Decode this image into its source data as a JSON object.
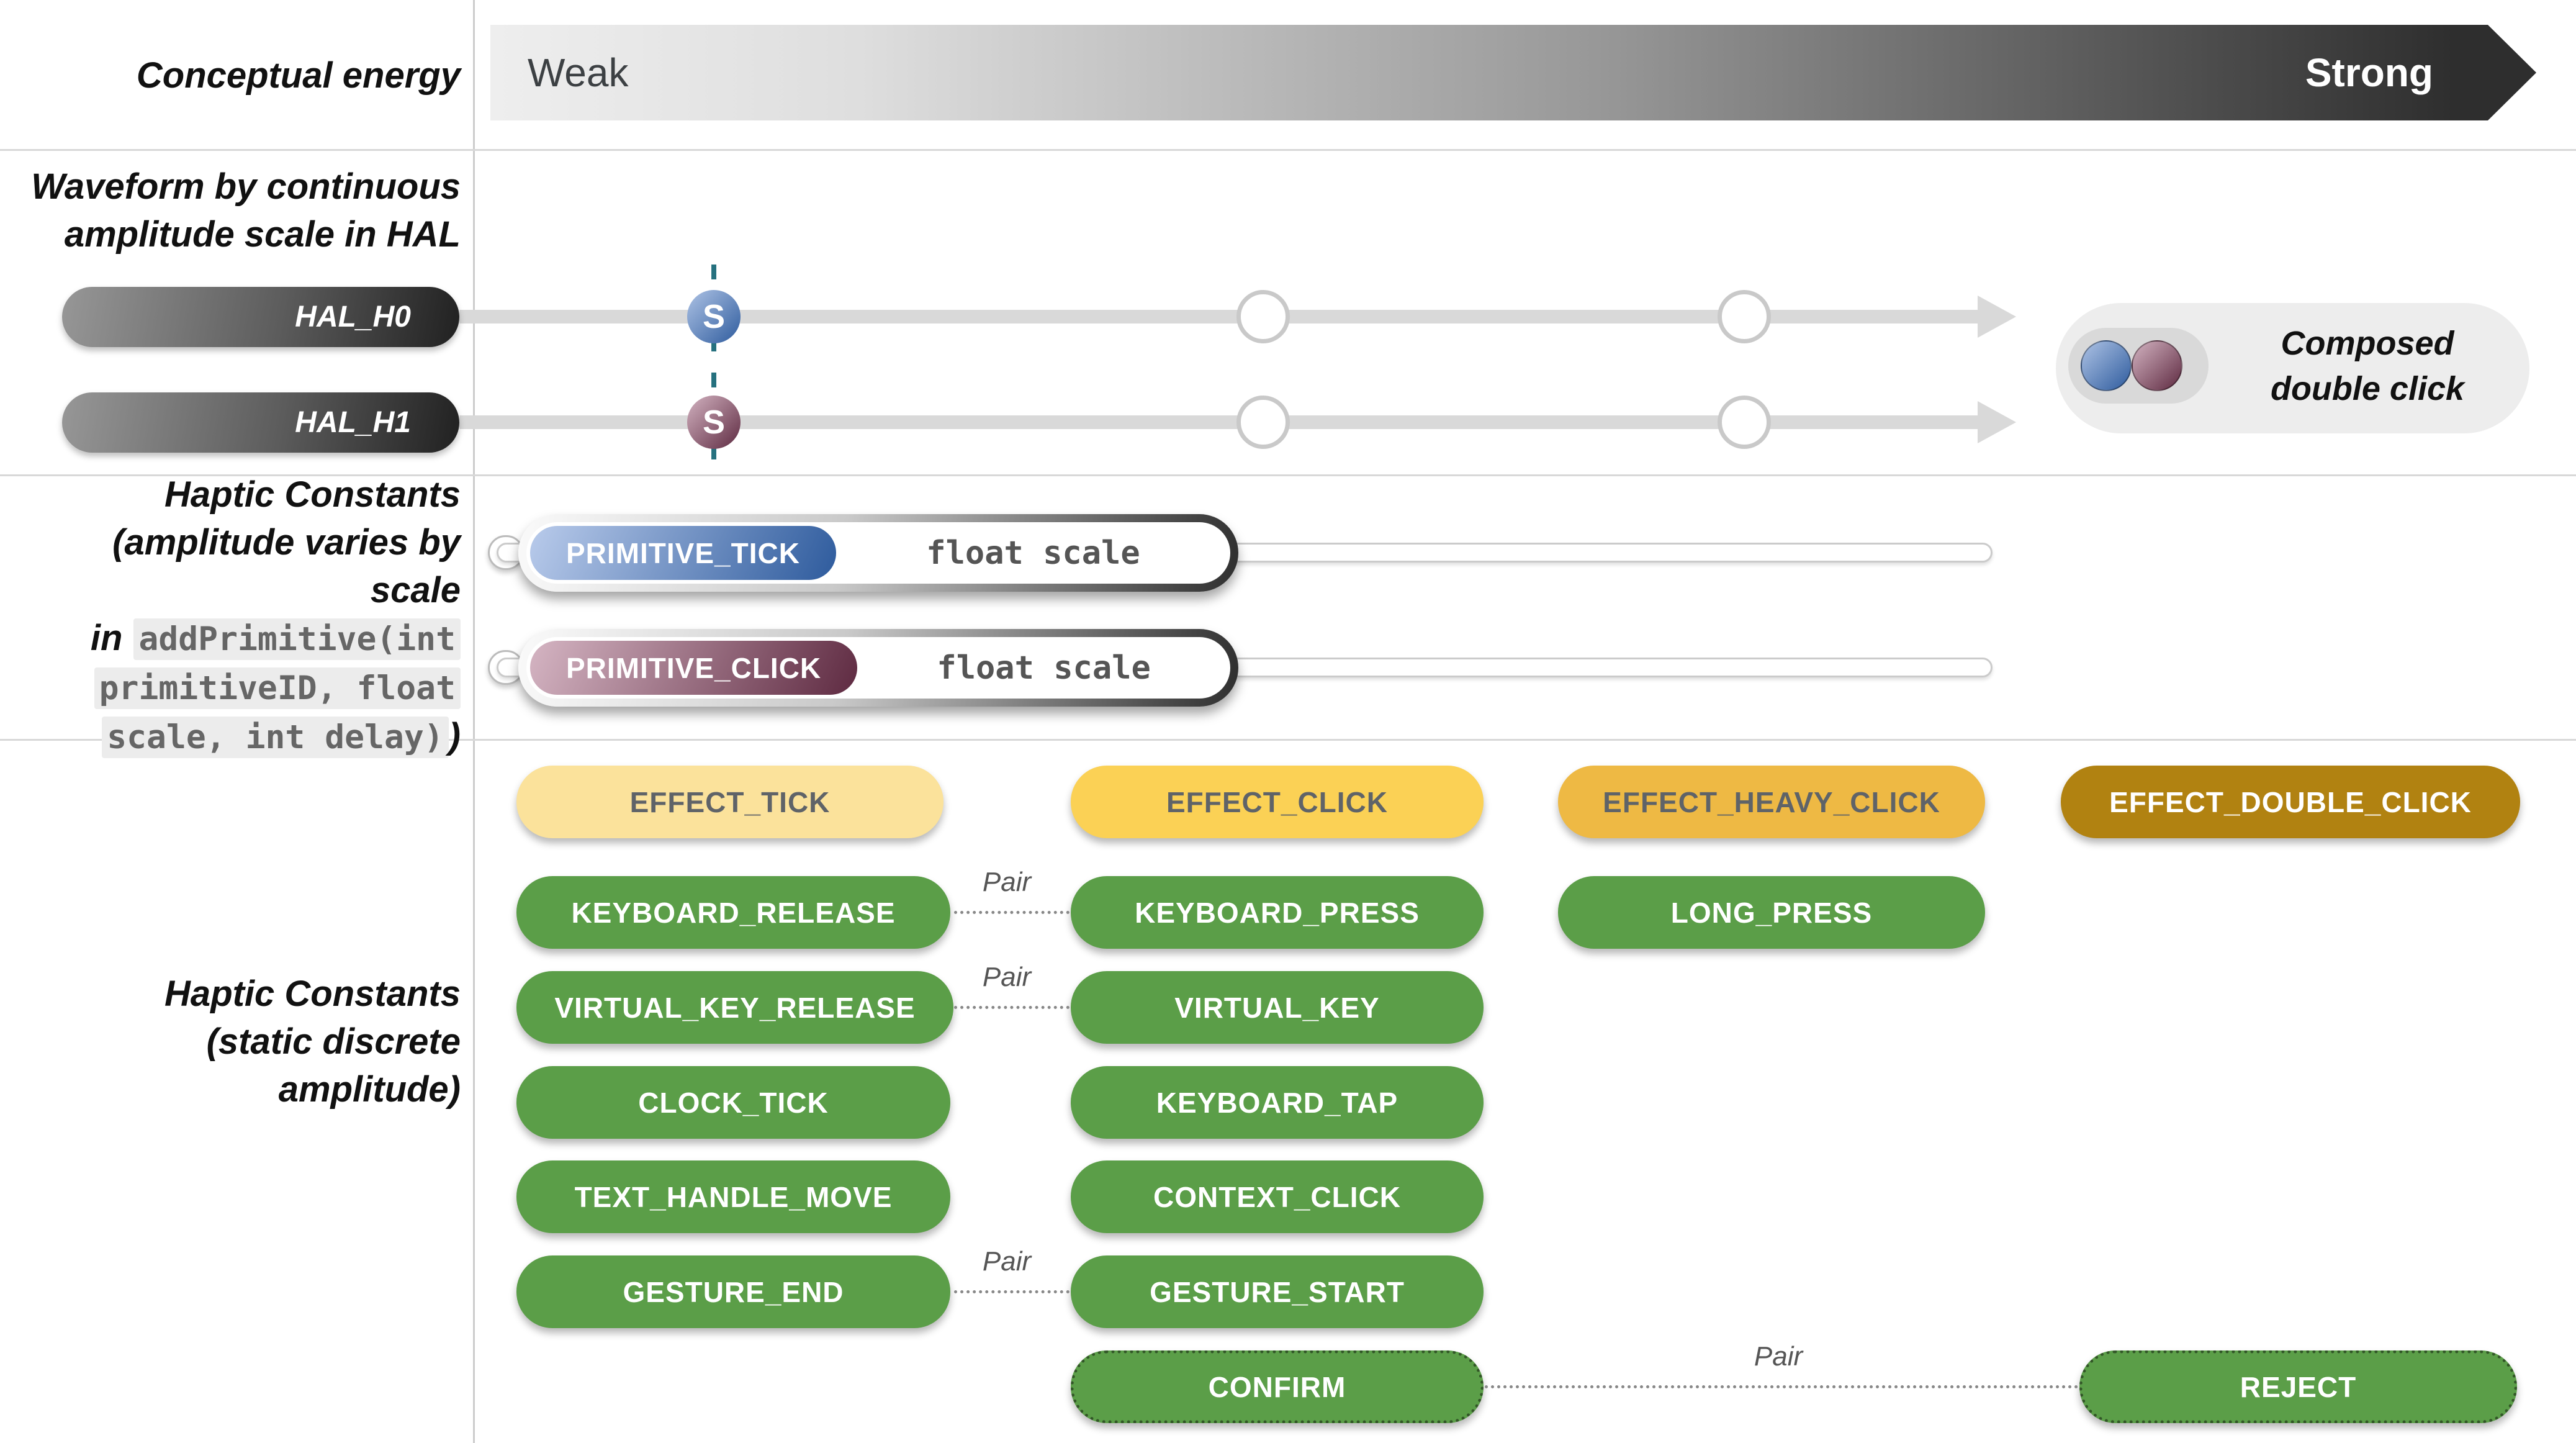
{
  "left_labels": {
    "energy": "Conceptual energy",
    "waveform_line1": "Waveform by continuous",
    "waveform_line2": "amplitude scale in HAL",
    "primitive_line1": "Haptic Constants",
    "primitive_line2": "(amplitude varies by scale",
    "primitive_line3_prefix": "in",
    "primitive_code_line1": "addPrimitive(int",
    "primitive_code_line2": "primitiveID, float",
    "primitive_code_line3": "scale, int delay)",
    "primitive_close_paren": ")",
    "static_line1": "Haptic Constants",
    "static_line2": "(static discrete",
    "static_line3": "amplitude)"
  },
  "energy_bar": {
    "weak": "Weak",
    "strong": "Strong"
  },
  "hal": {
    "h0": "HAL_H0",
    "h1": "HAL_H1",
    "marker_letter_h0": "S",
    "marker_letter_h1": "S",
    "composed_line1": "Composed",
    "composed_line2": "double click"
  },
  "primitives": {
    "tick_label": "PRIMITIVE_TICK",
    "tick_param": "float scale",
    "click_label": "PRIMITIVE_CLICK",
    "click_param": "float scale"
  },
  "pair": {
    "label2": "Pair",
    "label3": "Pair",
    "label6": "Pair",
    "label7": "Pair"
  },
  "buttons": {
    "effect_tick": "EFFECT_TICK",
    "effect_click": "EFFECT_CLICK",
    "effect_heavy_click": "EFFECT_HEAVY_CLICK",
    "effect_double_click": "EFFECT_DOUBLE_CLICK",
    "keyboard_release": "KEYBOARD_RELEASE",
    "keyboard_press": "KEYBOARD_PRESS",
    "long_press": "LONG_PRESS",
    "virtual_key_release": "VIRTUAL_KEY_RELEASE",
    "virtual_key": "VIRTUAL_KEY",
    "clock_tick": "CLOCK_TICK",
    "keyboard_tap": "KEYBOARD_TAP",
    "text_handle_move": "TEXT_HANDLE_MOVE",
    "context_click": "CONTEXT_CLICK",
    "gesture_end": "GESTURE_END",
    "gesture_start": "GESTURE_START",
    "confirm": "CONFIRM",
    "reject": "REJECT"
  },
  "colors": {
    "green": "#5b9e48",
    "yellow_light": "#fbe29b",
    "yellow": "#fbd155",
    "amber": "#eeb944",
    "gold": "#b18211",
    "blue_marker": "#2f5c9e",
    "maroon_marker": "#5e2a41",
    "teal_dash": "#26717f",
    "track_gray": "#d9d9d9"
  }
}
